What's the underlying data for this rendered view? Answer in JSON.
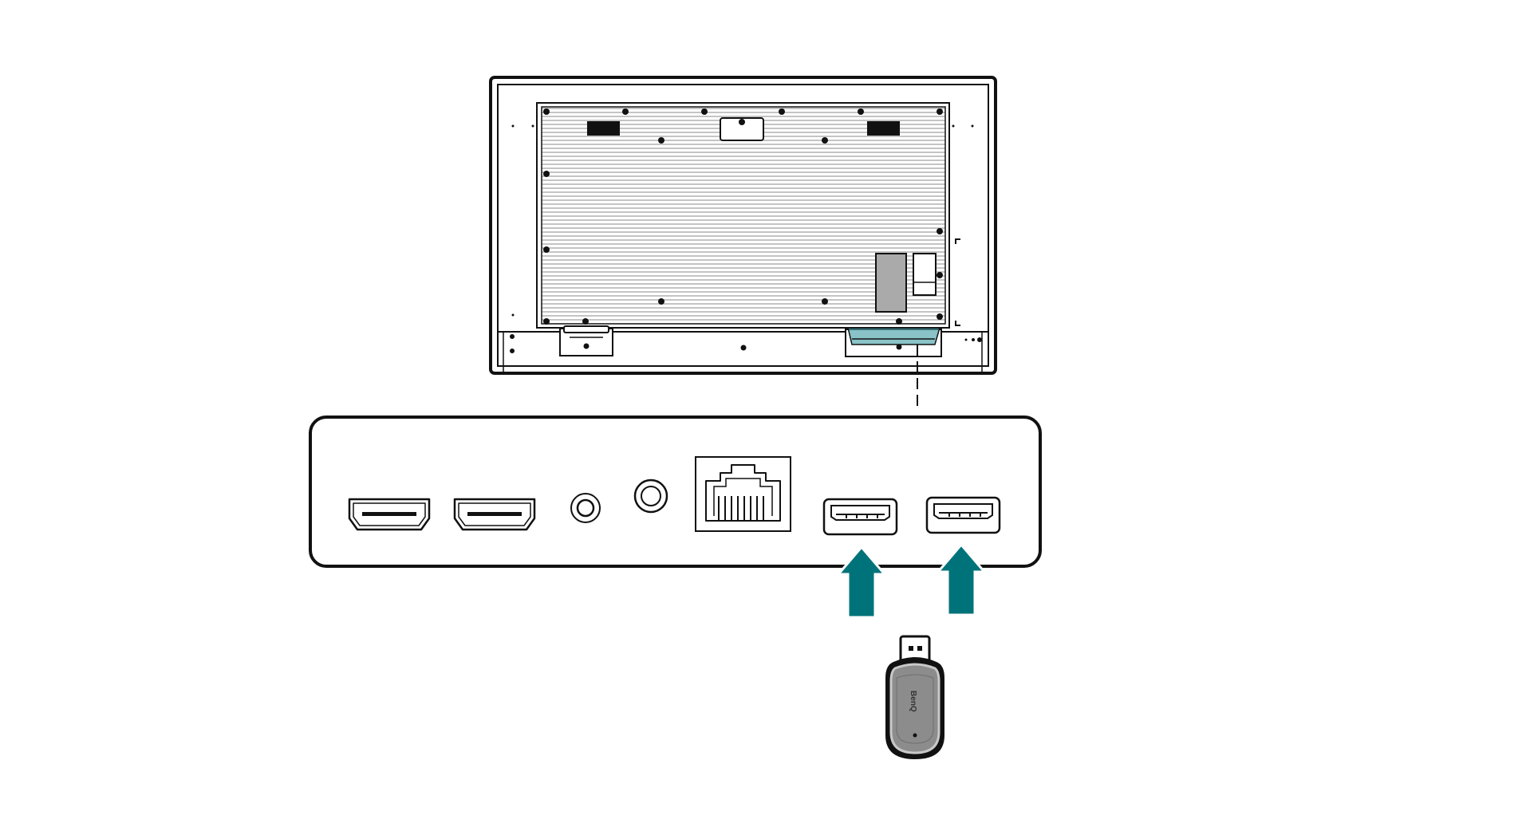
{
  "colors": {
    "outline": "#111111",
    "background": "#ffffff",
    "highlight": "#4aa3ab",
    "arrow": "#00737a",
    "module_fill": "#aaaaaa",
    "dongle_body": "#8c8c8c",
    "dongle_edge": "#c8c8c8",
    "fin_lines": "#8a8a8a"
  },
  "display_rear": {
    "icons": [
      "mounting-hole-icon",
      "vesa-mount-icon",
      "module-slot-icon"
    ]
  },
  "io_panel": {
    "ports": [
      {
        "type": "hdmi",
        "icon": "hdmi-port-icon"
      },
      {
        "type": "hdmi",
        "icon": "hdmi-port-icon"
      },
      {
        "type": "audio",
        "icon": "audio-jack-icon"
      },
      {
        "type": "audio",
        "icon": "audio-jack-icon"
      },
      {
        "type": "lan",
        "icon": "ethernet-port-icon"
      },
      {
        "type": "usb",
        "icon": "usb-port-icon"
      },
      {
        "type": "usb",
        "icon": "usb-port-icon"
      }
    ],
    "arrows": 2,
    "arrow_icon": "insert-arrow-icon"
  },
  "dongle": {
    "brand": "BenQ",
    "icon": "usb-dongle-icon"
  }
}
